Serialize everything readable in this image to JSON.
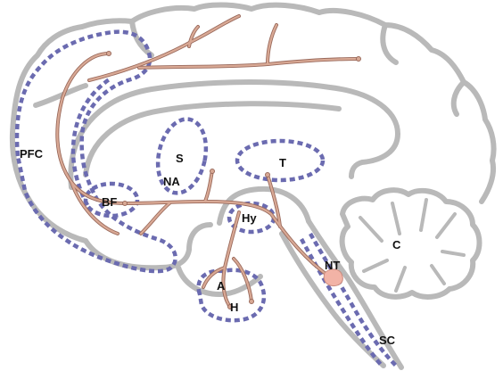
{
  "labels": {
    "pfc": "PFC",
    "s": "S",
    "na": "NA",
    "t": "T",
    "bf": "BF",
    "hy": "Hy",
    "a": "A",
    "h": "H",
    "c": "C",
    "nt": "NT",
    "sc": "SC"
  },
  "colors": {
    "outline": "#b9b9b9",
    "dots": "#6b6bb0",
    "pathway": "#d9a995",
    "pathway_edge": "#9a6a5c",
    "nucleus": "#f2b3a6"
  }
}
